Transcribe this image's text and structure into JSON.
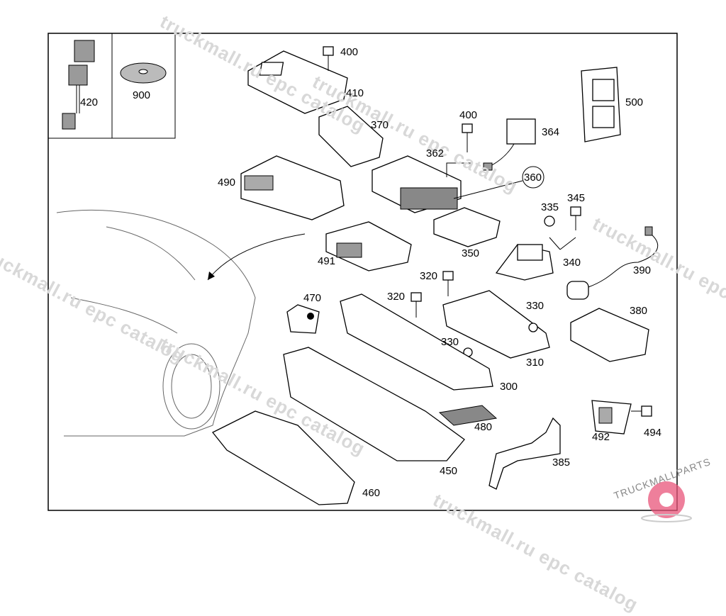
{
  "diagram": {
    "callouts": [
      {
        "id": "label-400-top",
        "text": "400"
      },
      {
        "id": "label-410",
        "text": "410"
      },
      {
        "id": "label-420",
        "text": "420"
      },
      {
        "id": "label-900",
        "text": "900"
      },
      {
        "id": "label-370",
        "text": "370"
      },
      {
        "id": "label-400-mid",
        "text": "400"
      },
      {
        "id": "label-364",
        "text": "364"
      },
      {
        "id": "label-362",
        "text": "362"
      },
      {
        "id": "label-360",
        "text": "360"
      },
      {
        "id": "label-500",
        "text": "500"
      },
      {
        "id": "label-490",
        "text": "490"
      },
      {
        "id": "label-345",
        "text": "345"
      },
      {
        "id": "label-335",
        "text": "335"
      },
      {
        "id": "label-491",
        "text": "491"
      },
      {
        "id": "label-350",
        "text": "350"
      },
      {
        "id": "label-340",
        "text": "340"
      },
      {
        "id": "label-390",
        "text": "390"
      },
      {
        "id": "label-320-right",
        "text": "320"
      },
      {
        "id": "label-320-left",
        "text": "320"
      },
      {
        "id": "label-470",
        "text": "470"
      },
      {
        "id": "label-330-right",
        "text": "330"
      },
      {
        "id": "label-380",
        "text": "380"
      },
      {
        "id": "label-330-left",
        "text": "330"
      },
      {
        "id": "label-310",
        "text": "310"
      },
      {
        "id": "label-300",
        "text": "300"
      },
      {
        "id": "label-492",
        "text": "492"
      },
      {
        "id": "label-494",
        "text": "494"
      },
      {
        "id": "label-480",
        "text": "480"
      },
      {
        "id": "label-385",
        "text": "385"
      },
      {
        "id": "label-450",
        "text": "450"
      },
      {
        "id": "label-460",
        "text": "460"
      }
    ],
    "watermark": "truckmall.ru epc catalog",
    "logo": {
      "text": "TRUCKMALLPARTS",
      "color": "#e8547a"
    }
  }
}
